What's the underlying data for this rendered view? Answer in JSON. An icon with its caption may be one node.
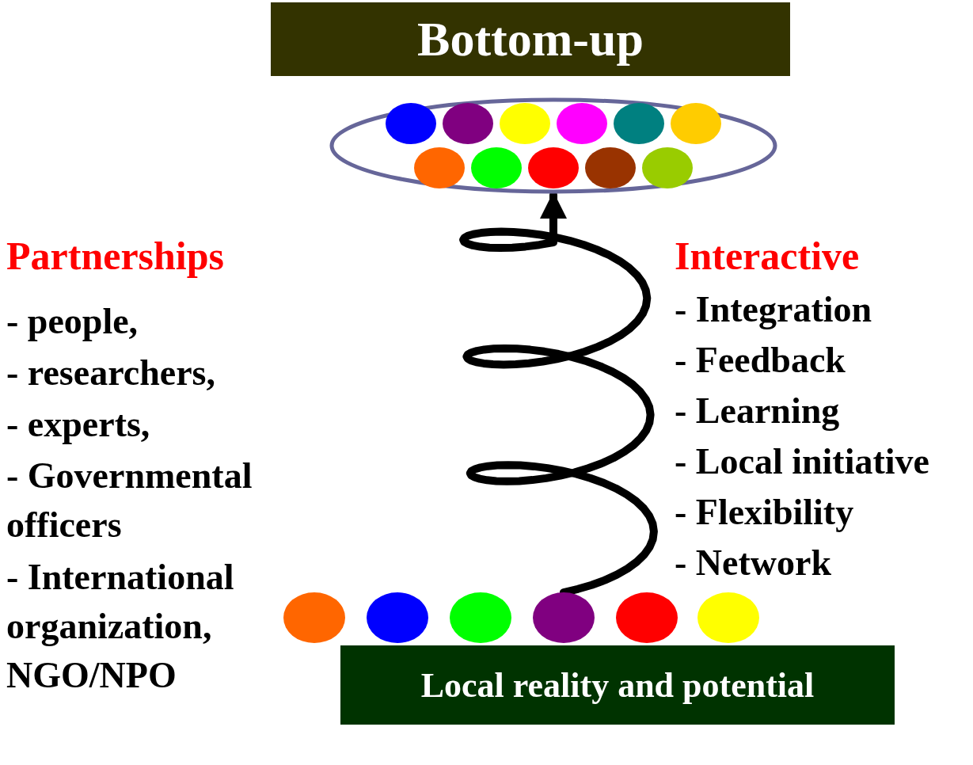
{
  "diagram": {
    "nodes": [
      {
        "text": [
          "Bottom-up"
        ]
      },
      {
        "text": [],
        "shape": "ellipse"
      },
      {
        "text": [],
        "shape": "circle",
        "in": 1
      },
      {
        "text": [],
        "shape": "circle",
        "in": 1
      },
      {
        "text": [],
        "shape": "circle",
        "in": 1
      },
      {
        "text": [],
        "shape": "circle",
        "in": 1
      },
      {
        "text": [],
        "shape": "circle",
        "in": 1
      },
      {
        "text": [],
        "shape": "circle",
        "in": 1
      },
      {
        "text": [],
        "shape": "circle",
        "in": 1
      },
      {
        "text": [],
        "shape": "circle",
        "in": 1
      },
      {
        "text": [],
        "shape": "circle",
        "in": 1
      },
      {
        "text": [],
        "shape": "circle",
        "in": 1
      },
      {
        "text": [],
        "shape": "circle",
        "in": 1
      },
      {
        "text": [],
        "shape": "circle"
      },
      {
        "text": [],
        "shape": "circle"
      },
      {
        "text": [],
        "shape": "circle"
      },
      {
        "text": [],
        "shape": "circle"
      },
      {
        "text": [],
        "shape": "circle"
      },
      {
        "text": [],
        "shape": "circle"
      },
      {
        "text": [
          "Local reality and potential"
        ]
      }
    ],
    "edges": [
      {
        "from": 16,
        "to": 1,
        "arrow": "to"
      }
    ],
    "labels": [
      "Partnerships",
      "- people,",
      "- researchers,",
      "- experts,",
      "- Governmental officers",
      "- International organization, NGO/NPO",
      "Interactive",
      "- Integration",
      "- Feedback",
      "- Learning",
      "- Local initiative",
      "- Flexibility",
      "- Network"
    ]
  }
}
